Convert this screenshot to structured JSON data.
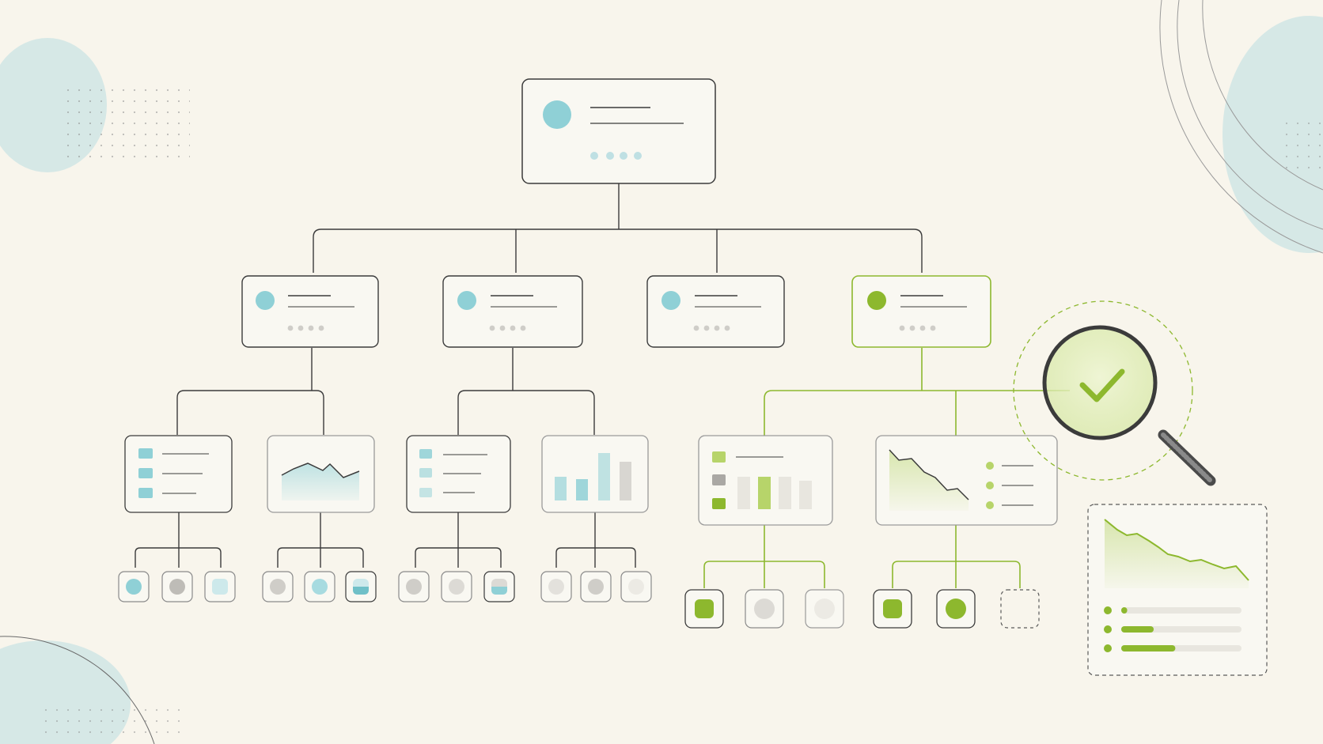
{
  "theme": {
    "background": "#f8f5ec",
    "line": "#3b3b3b",
    "accent_teal": "#8fd0d6",
    "accent_green": "#8db82e",
    "neutral_gray": "#cfcdc8",
    "card_fill": "#f9f8f2"
  },
  "diagram": {
    "root": {
      "kind": "profile-card",
      "accent": "teal"
    },
    "level1": [
      {
        "id": "node-a",
        "accent": "teal"
      },
      {
        "id": "node-b",
        "accent": "teal"
      },
      {
        "id": "node-c",
        "accent": "teal"
      },
      {
        "id": "node-d",
        "accent": "green",
        "highlighted": true
      }
    ],
    "level2": [
      {
        "parent": "node-a",
        "kind": "list-card",
        "accent": "teal"
      },
      {
        "parent": "node-a",
        "kind": "area-chart-card",
        "accent": "teal"
      },
      {
        "parent": "node-b",
        "kind": "list-card",
        "accent": "teal"
      },
      {
        "parent": "node-b",
        "kind": "bar-chart-card",
        "accent": "teal"
      },
      {
        "parent": "node-d",
        "kind": "list-bar-card",
        "accent": "green"
      },
      {
        "parent": "node-d",
        "kind": "line-chart-list-card",
        "accent": "green"
      }
    ],
    "leaves": [
      [
        "teal-dot",
        "gray-dot",
        "teal-light-dot"
      ],
      [
        "gray-dot",
        "teal-dot",
        "teal-half-dot"
      ],
      [
        "gray-dot",
        "gray-dot",
        "teal-half-dot"
      ],
      [
        "gray-light-dot",
        "gray-dot",
        "gray-light-dot"
      ],
      [
        "green-square",
        "gray-dot",
        "gray-light-dot"
      ],
      [
        "green-square",
        "green-dot",
        "empty-dashed"
      ]
    ],
    "magnifier": {
      "icon": "checkmark-icon",
      "state": "verified"
    },
    "detail_panel": {
      "kind": "trend-summary-card",
      "progress": [
        0.05,
        0.27,
        0.45
      ]
    }
  }
}
